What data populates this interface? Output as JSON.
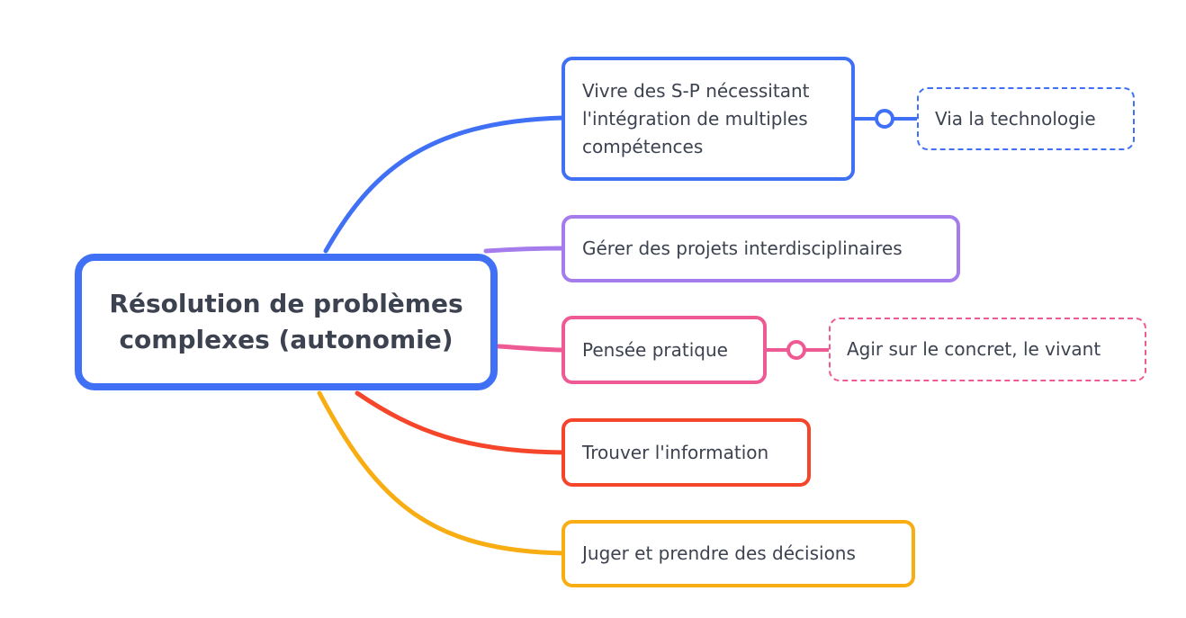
{
  "colors": {
    "blue": "#3f70f5",
    "purple": "#a57cec",
    "pink": "#ee5a93",
    "red": "#f5452a",
    "yellow": "#f8ad12",
    "text": "#3d4250"
  },
  "root": {
    "label": "Résolution de problèmes\ncomplexes (autonomie)"
  },
  "branches": [
    {
      "label": "Vivre des S-P nécessitant\nl'intégration de multiples\ncompétences",
      "color": "blue",
      "subtopic": {
        "label": "Via la technologie"
      }
    },
    {
      "label": "Gérer des projets interdisciplinaires",
      "color": "purple"
    },
    {
      "label": "Pensée pratique",
      "color": "pink",
      "subtopic": {
        "label": "Agir sur le concret, le vivant"
      }
    },
    {
      "label": "Trouver l'information",
      "color": "red"
    },
    {
      "label": "Juger et prendre des décisions",
      "color": "yellow"
    }
  ]
}
